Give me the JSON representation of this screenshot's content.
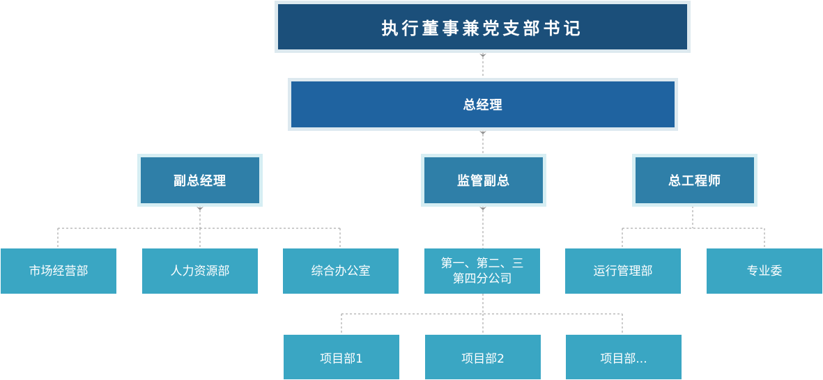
{
  "chairman": "执行董事兼党支部书记",
  "general_manager": "总经理",
  "vice_managers": [
    "副总经理",
    "监管副总",
    "总工程师"
  ],
  "departments": {
    "vp1": [
      "市场经营部",
      "人力资源部",
      "综合办公室"
    ],
    "vp2": [
      "第一、第二、三",
      "第四分公司"
    ],
    "vp3": [
      "运行管理部",
      "专业委"
    ]
  },
  "projects": [
    "项目部1",
    "项目部2",
    "项目部..."
  ],
  "colors": {
    "top": "#1b4f7a",
    "general_manager": "#1f63a0",
    "vice": "#2f7fa8",
    "department": "#3aa6c3",
    "connector": "#9a9a9a"
  }
}
